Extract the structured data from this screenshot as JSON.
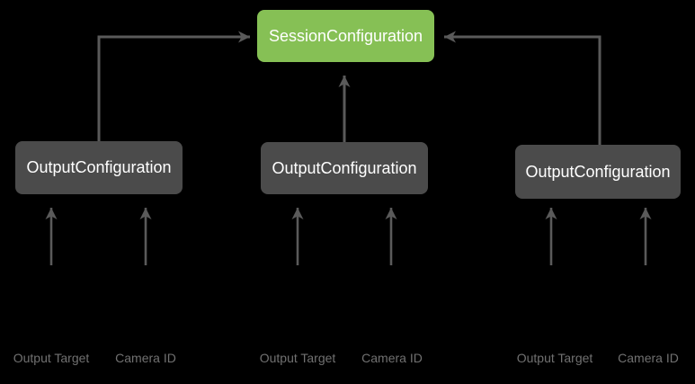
{
  "diagram": {
    "session_node": {
      "label": "SessionConfiguration"
    },
    "output_nodes": [
      {
        "label": "OutputConfiguration"
      },
      {
        "label": "OutputConfiguration"
      },
      {
        "label": "OutputConfiguration"
      }
    ],
    "input_groups": [
      {
        "output_target_label": "Output Target",
        "camera_id_label": "Camera ID"
      },
      {
        "output_target_label": "Output Target",
        "camera_id_label": "Camera ID"
      },
      {
        "output_target_label": "Output Target",
        "camera_id_label": "Camera ID"
      }
    ],
    "colors": {
      "background": "#000000",
      "session_node_bg": "#86C055",
      "output_node_bg": "#4B4B4B",
      "node_text": "#FFFFFF",
      "arrow": "#5A5A5A",
      "io_label_text": "#717171"
    }
  }
}
